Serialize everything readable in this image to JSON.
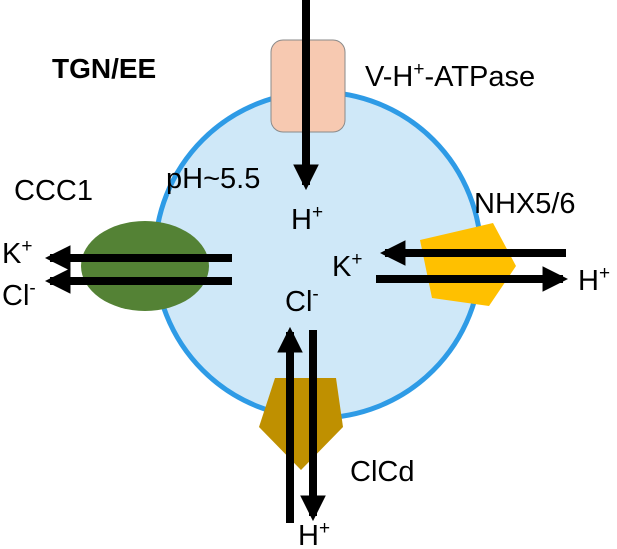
{
  "diagram": {
    "compartment_label": "TGN/EE",
    "lumen_ph": "pH~5.5",
    "transporters": {
      "v_atpase": {
        "prefix": "V-H",
        "sup": "+",
        "suffix": "-ATPase"
      },
      "ccc1": {
        "name": "CCC1"
      },
      "nhx": {
        "name": "NHX5/6"
      },
      "clcd": {
        "name": "ClCd"
      }
    },
    "ions": {
      "h_lumen": {
        "base": "H",
        "sup": "+"
      },
      "cl_lumen": {
        "base": "Cl",
        "sup": "-"
      },
      "k_lumen": {
        "base": "K",
        "sup": "+"
      },
      "k_out": {
        "base": "K",
        "sup": "+"
      },
      "cl_out": {
        "base": "Cl",
        "sup": "-"
      },
      "h_out_right": {
        "base": "H",
        "sup": "+"
      },
      "h_out_bottom": {
        "base": "H",
        "sup": "+"
      }
    },
    "colors": {
      "lumen_fill": "#cfe8f8",
      "membrane": "#2e9be6",
      "v_atpase": "#f7c9b1",
      "ccc1": "#548235",
      "nhx": "#ffc000",
      "clcd": "#bf9000",
      "arrow": "#000000"
    }
  }
}
